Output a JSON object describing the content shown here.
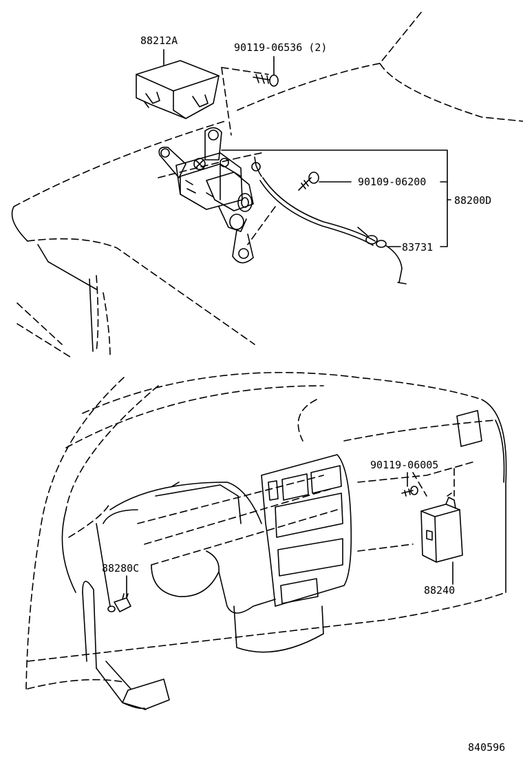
{
  "labels": {
    "cover": "88212A",
    "bolt_top": "90119-06536 (2)",
    "bolt_mid": "90109-06200",
    "actuator_assy": "88200D",
    "cable": "83731",
    "bolt_lower": "90119-06005",
    "sensor": "88280C",
    "computer": "88240",
    "figure_number": "840596"
  },
  "colors": {
    "line": "#000000",
    "background": "#ffffff"
  }
}
